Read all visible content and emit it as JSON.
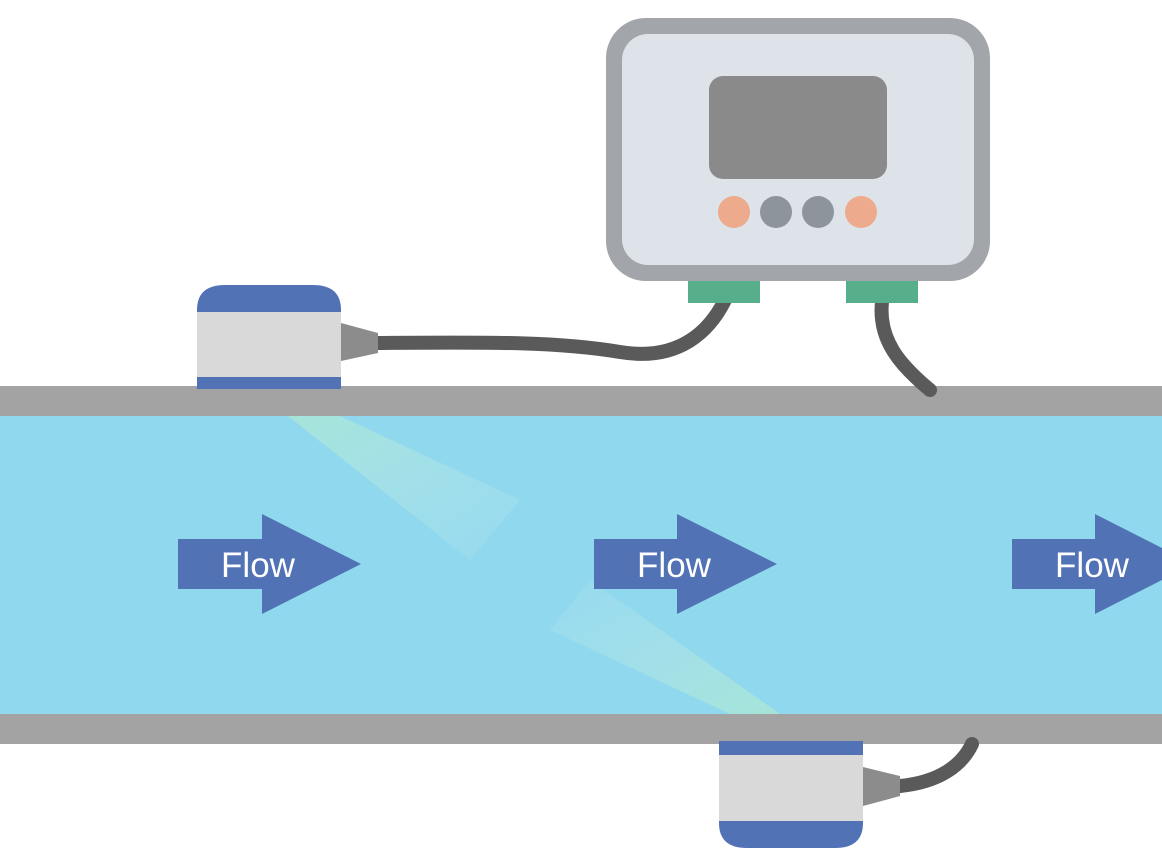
{
  "diagram": {
    "flow_arrows": [
      {
        "label": "Flow"
      },
      {
        "label": "Flow"
      },
      {
        "label": "Flow"
      }
    ],
    "meter": {
      "display": "blank-screen",
      "buttons": [
        "orange",
        "gray",
        "gray",
        "orange"
      ]
    },
    "colors": {
      "pipe_wall": "#a3a3a3",
      "fluid": "#90d8ee",
      "arrow": "#5272b6",
      "meter_body": "#dde3e8",
      "meter_frame": "#a2a6aa",
      "screen": "#8a8a8a",
      "button_orange": "#eeaa8d",
      "button_gray": "#8e949c",
      "connector": "#57ae8a",
      "cable": "#5a5a5a",
      "transducer_cap": "#5272b6",
      "transducer_body": "#d9d9d9",
      "transducer_nozzle": "#8c8c8c"
    }
  }
}
